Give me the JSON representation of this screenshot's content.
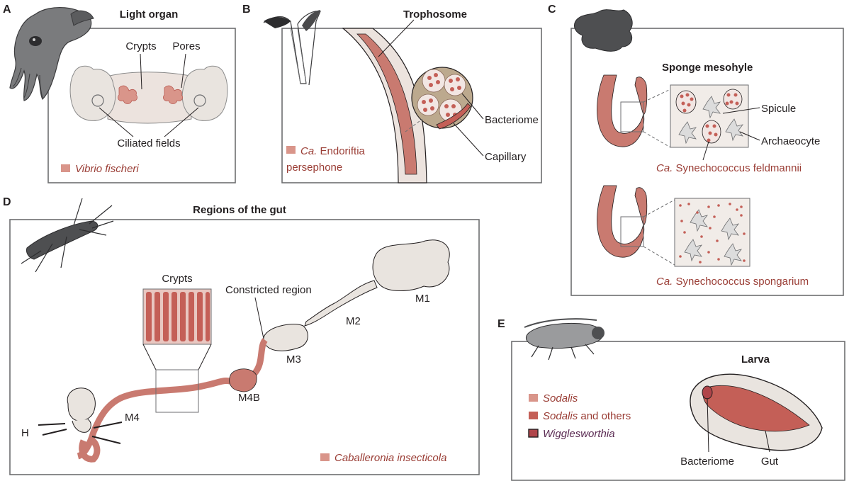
{
  "colors": {
    "symbiont": "#c97a70",
    "symbiont_dark": "#b85a52",
    "tissue": "#ece6e2",
    "organism": "#6d6e70",
    "label_red": "#9a3d35",
    "wigglesworthia": "#5a2a52"
  },
  "panels": {
    "A": {
      "letter": "A",
      "title": "Light organ",
      "labels": {
        "crypts": "Crypts",
        "pores": "Pores",
        "ciliated": "Ciliated fields"
      },
      "legend": "Vibrio fischeri"
    },
    "B": {
      "letter": "B",
      "title": "Trophosome",
      "labels": {
        "bacteriome": "Bacteriome",
        "capillary": "Capillary"
      },
      "legend_genus": "Ca.",
      "legend_line1": "Endoriftia",
      "legend_line2": "persephone"
    },
    "C": {
      "letter": "C",
      "title": "Sponge mesohyle",
      "labels": {
        "spicule": "Spicule",
        "archaeocyte": "Archaeocyte"
      },
      "species1_genus": "Ca.",
      "species1": "Synechococcus feldmannii",
      "species2_genus": "Ca.",
      "species2": "Synechococcus spongarium"
    },
    "D": {
      "letter": "D",
      "title": "Regions of the gut",
      "labels": {
        "crypts": "Crypts",
        "constricted": "Constricted region",
        "m1": "M1",
        "m2": "M2",
        "m3": "M3",
        "m4b": "M4B",
        "m4": "M4",
        "h": "H"
      },
      "legend": "Caballeronia insecticola"
    },
    "E": {
      "letter": "E",
      "title": "Larva",
      "labels": {
        "bacteriome": "Bacteriome",
        "gut": "Gut"
      },
      "legend": [
        {
          "text": "Sodalis",
          "suffix": "",
          "color": "#d9958a"
        },
        {
          "text": "Sodalis",
          "suffix": " and others",
          "color": "#c45f57"
        },
        {
          "text": "Wigglesworthia",
          "suffix": "",
          "color": "#b0454a"
        }
      ]
    }
  }
}
